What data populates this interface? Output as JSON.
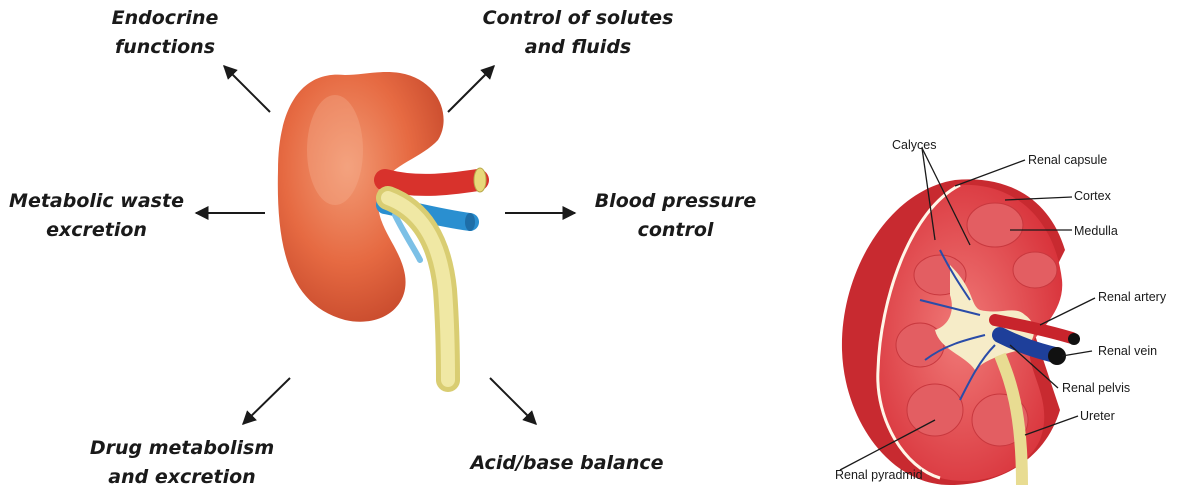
{
  "functions": {
    "endocrine": [
      "Endocrine",
      "functions"
    ],
    "solutes": [
      "Control of solutes",
      "and fluids"
    ],
    "waste": [
      "Metabolic waste",
      "excretion"
    ],
    "pressure": [
      "Blood pressure",
      "control"
    ],
    "drug": [
      "Drug metabolism",
      "and excretion"
    ],
    "acid": [
      "Acid/base balance"
    ]
  },
  "anatomy_labels": {
    "calyces": "Calyces",
    "capsule": "Renal capsule",
    "cortex": "Cortex",
    "medulla": "Medulla",
    "artery": "Renal artery",
    "vein": "Renal vein",
    "pelvis": "Renal pelvis",
    "ureter": "Ureter",
    "pyramid": "Renal pyradmid"
  },
  "colors": {
    "kidney": "#e8704a",
    "artery": "#d8322c",
    "vein": "#2a8fd0",
    "ureter": "#ece392",
    "cortex": "#e0464a",
    "arrow": "#1a1a1a"
  }
}
